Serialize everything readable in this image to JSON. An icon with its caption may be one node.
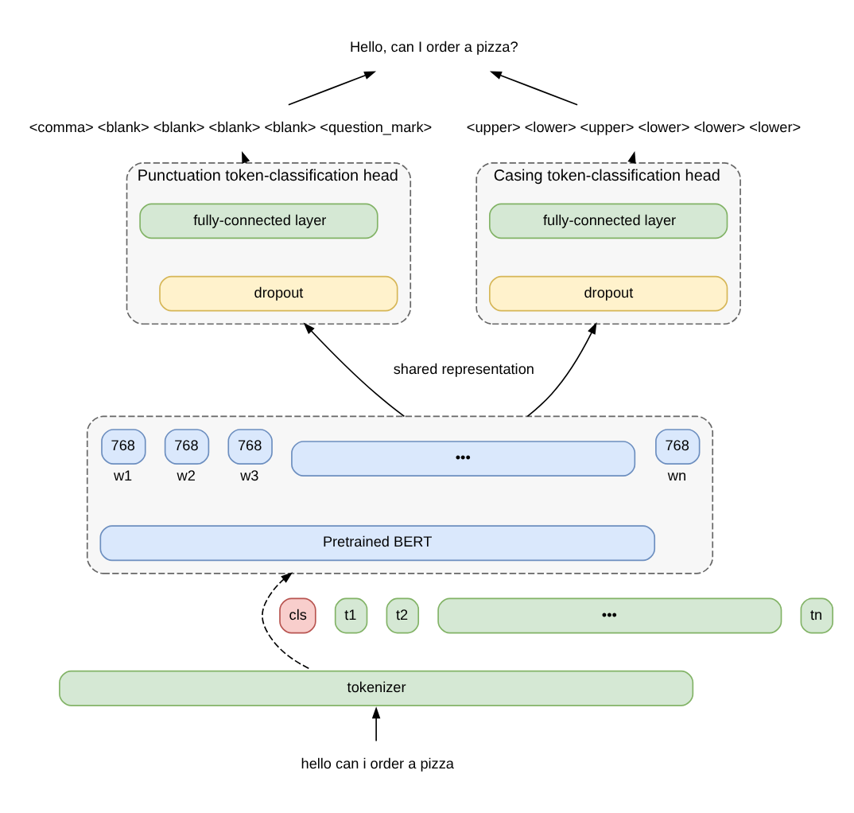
{
  "diagram": {
    "nodes": [
      {
        "text": [
          "Hello, can I order a pizza?"
        ]
      },
      {
        "text": [
          "<comma> <blank> <blank> <blank> <blank> <question_mark>"
        ]
      },
      {
        "text": [
          "<upper> <lower> <upper> <lower> <lower> <lower>"
        ]
      },
      {
        "text": [
          "Punctuation token-classification head"
        ]
      },
      {
        "text": [
          "fully-connected layer"
        ],
        "in": 3
      },
      {
        "text": [
          "dropout"
        ],
        "in": 3
      },
      {
        "text": [
          "Casing token-classification head"
        ]
      },
      {
        "text": [
          "fully-connected layer"
        ],
        "in": 6
      },
      {
        "text": [
          "dropout"
        ],
        "in": 6
      },
      {
        "text": [],
        "shape": "box"
      },
      {
        "text": [
          "768"
        ],
        "beside": [
          "w1"
        ],
        "in": 9
      },
      {
        "text": [
          "768"
        ],
        "beside": [
          "w2"
        ],
        "in": 9
      },
      {
        "text": [
          "768"
        ],
        "beside": [
          "w3"
        ],
        "in": 9
      },
      {
        "text": [
          "•••"
        ],
        "in": 9
      },
      {
        "text": [
          "768"
        ],
        "beside": [
          "wn"
        ],
        "in": 9
      },
      {
        "text": [
          "Pretrained BERT"
        ],
        "in": 9
      },
      {
        "text": [
          "cls"
        ]
      },
      {
        "text": [
          "t1"
        ]
      },
      {
        "text": [
          "t2"
        ]
      },
      {
        "text": [
          "•••"
        ]
      },
      {
        "text": [
          "tn"
        ]
      },
      {
        "text": [
          "tokenizer"
        ]
      },
      {
        "text": [
          "hello can i order a pizza"
        ]
      }
    ],
    "edges": [
      {
        "from": 22,
        "to": 21,
        "arrow": "to"
      },
      {
        "from": 21,
        "to": 9,
        "arrow": "to",
        "style": "dashed"
      },
      {
        "from": 9,
        "to": 3,
        "arrow": "to"
      },
      {
        "from": 9,
        "to": 6,
        "arrow": "to"
      },
      {
        "from": 3,
        "to": 1,
        "arrow": "to"
      },
      {
        "from": 6,
        "to": 2,
        "arrow": "to"
      },
      {
        "from": 1,
        "to": 0,
        "arrow": "to"
      },
      {
        "from": 2,
        "to": 0,
        "arrow": "to"
      }
    ],
    "labels": [
      "shared representation"
    ]
  }
}
